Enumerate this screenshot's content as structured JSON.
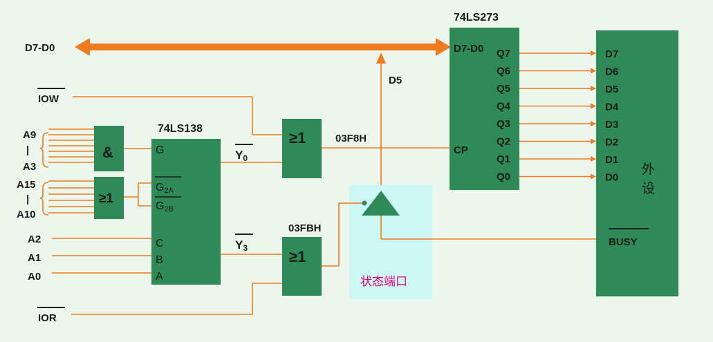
{
  "bus": {
    "label": "D7-D0"
  },
  "signals": {
    "iow": "IOW",
    "ior": "IOR",
    "a9": "A9",
    "a3": "A3",
    "a15": "A15",
    "a10": "A10",
    "sep": "|",
    "a2": "A2",
    "a1": "A1",
    "a0": "A0",
    "y0": "Y",
    "y0_sub": "0",
    "y3": "Y",
    "y3_sub": "3",
    "d5": "D5",
    "addr_out": "03F8H",
    "addr_in": "03FBH"
  },
  "gates": {
    "and": "&",
    "or": "≥1"
  },
  "decoder": {
    "title": "74LS138",
    "pins": {
      "g": "G",
      "g2a": "G",
      "g2a_sub": "2A",
      "g2b": "G",
      "g2b_sub": "2B",
      "c": "C",
      "b": "B",
      "a": "A"
    }
  },
  "latch": {
    "title": "74LS273",
    "in_label": "D7-D0",
    "cp": "CP",
    "outputs": [
      "Q7",
      "Q6",
      "Q5",
      "Q4",
      "Q3",
      "Q2",
      "Q1",
      "Q0"
    ]
  },
  "peripheral": {
    "inputs": [
      "D7",
      "D6",
      "D5",
      "D4",
      "D3",
      "D2",
      "D1",
      "D0"
    ],
    "name_line1": "外",
    "name_line2": "设",
    "busy": "BUSY"
  },
  "status_port": {
    "label": "状态端口"
  },
  "colors": {
    "wire": "#f07a1e",
    "chip": "#2e8b57",
    "status_bg": "#ccf7f5",
    "status_text": "#e6007e"
  }
}
